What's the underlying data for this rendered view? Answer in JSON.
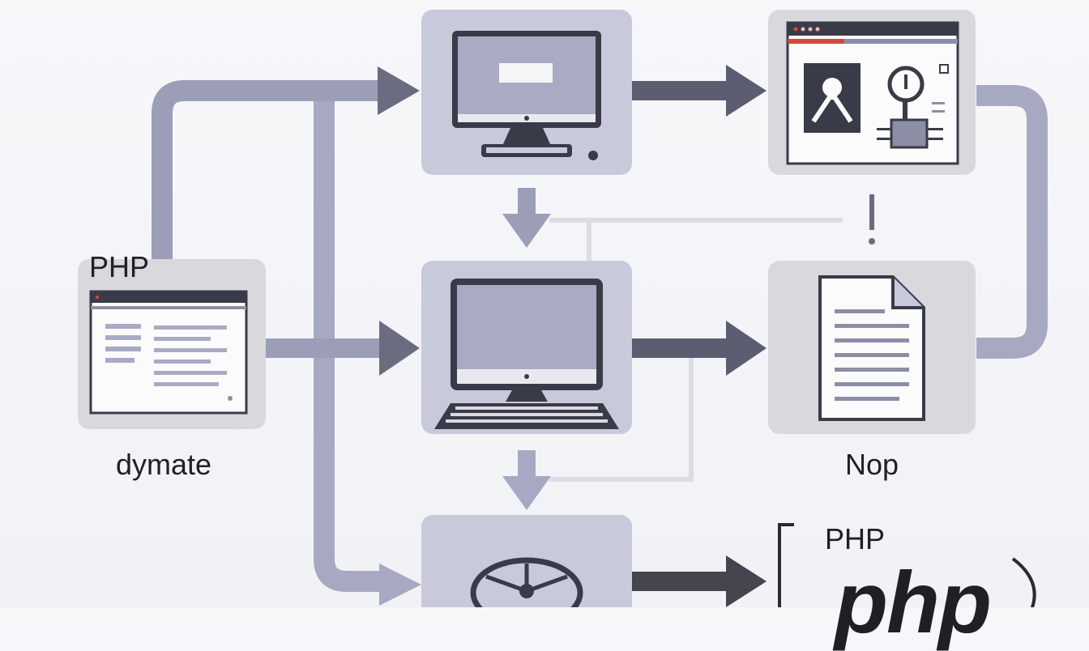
{
  "labels": {
    "php_left": "PHP",
    "dymate": "dymate",
    "nop": "Nop",
    "php_bottom_right": "PHP",
    "php_logo": "php"
  },
  "icons": {
    "left_window": "browser-window-icon",
    "top_monitor": "desktop-monitor-icon",
    "top_right_app": "app-window-icon",
    "mid_computer": "desktop-computer-keyboard-icon",
    "mid_right_doc": "document-icon",
    "bottom_server": "server-wheel-icon"
  },
  "colors": {
    "arrow": "#6b6c80",
    "connector": "#a7a9c2",
    "panel": "#c8cadb",
    "panel_alt": "#d9d9dd",
    "screen": "#a9abc4",
    "dark": "#3a3b48",
    "accent_red": "#d9483b"
  }
}
